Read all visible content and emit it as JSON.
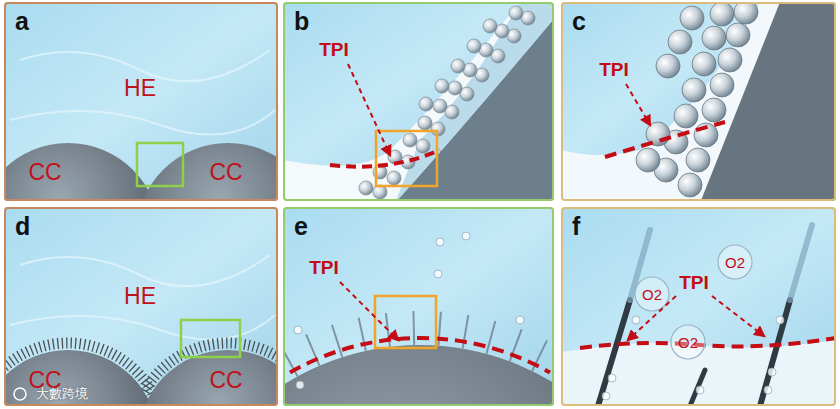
{
  "diagram": {
    "nodes": [
      {
        "text": [
          "a"
        ]
      },
      {
        "text": [
          "b"
        ]
      },
      {
        "text": [
          "c"
        ]
      },
      {
        "text": [
          "d"
        ]
      },
      {
        "text": [
          "e"
        ]
      },
      {
        "text": [
          "f"
        ]
      }
    ],
    "labels": [
      "HE",
      "CC",
      "CC",
      "TPI",
      "TPI",
      "HE",
      "CC",
      "CC",
      "TPI",
      "O2",
      "TPI",
      "O2",
      "O2",
      "大數跨境"
    ]
  }
}
